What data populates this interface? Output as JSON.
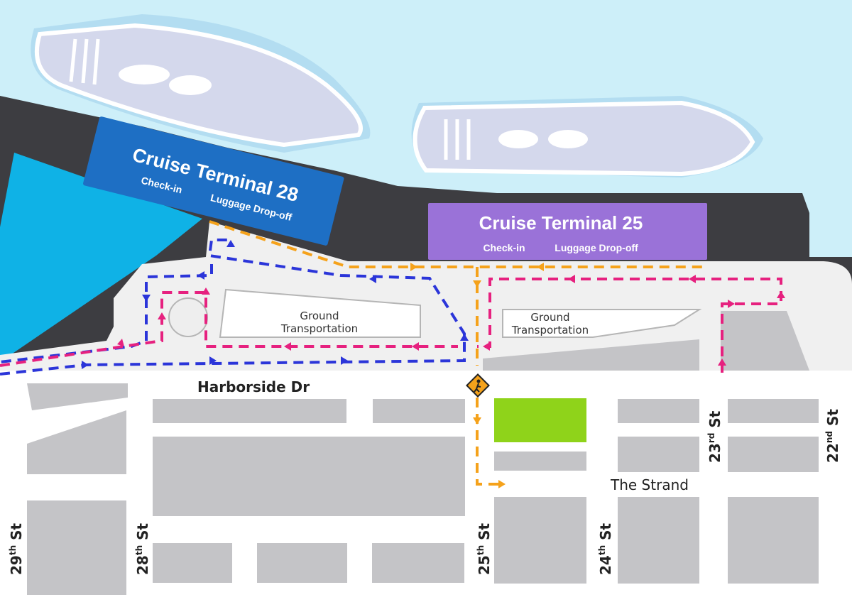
{
  "terminals": {
    "t28": {
      "name": "Cruise Terminal 28",
      "checkin": "Check-in",
      "luggage": "Luggage Drop-off",
      "color": "#1e6fc4"
    },
    "t25": {
      "name": "Cruise Terminal 25",
      "checkin": "Check-in",
      "luggage": "Luggage Drop-off",
      "color": "#9a72d8"
    }
  },
  "ground_transport": {
    "left": {
      "line1": "Ground",
      "line2": "Transportation"
    },
    "right": {
      "line1": "Ground",
      "line2": "Transportation"
    }
  },
  "streets": {
    "harborside": "Harborside Dr",
    "strand": "The Strand",
    "s29": {
      "num": "29",
      "sup": "th",
      "suffix": "St"
    },
    "s28": {
      "num": "28",
      "sup": "th",
      "suffix": "St"
    },
    "s25": {
      "num": "25",
      "sup": "th",
      "suffix": "St"
    },
    "s24": {
      "num": "24",
      "sup": "th",
      "suffix": "St"
    },
    "s23": {
      "num": "23",
      "sup": "rd",
      "suffix": "St"
    },
    "s22": {
      "num": "22",
      "sup": "nd",
      "suffix": "St"
    }
  },
  "icons": {
    "ships": "cruise-ship-icon",
    "pedestrian": "pedestrian-crossing-icon"
  },
  "colors": {
    "water": "#cdeff9",
    "pier": "#3d3d41",
    "harbor": "#0fb2e6",
    "block": "#c4c4c7",
    "park": "#8fd31a",
    "route_blue": "#2b35d9",
    "route_pink": "#e6217f",
    "route_orange": "#f5a21b"
  }
}
